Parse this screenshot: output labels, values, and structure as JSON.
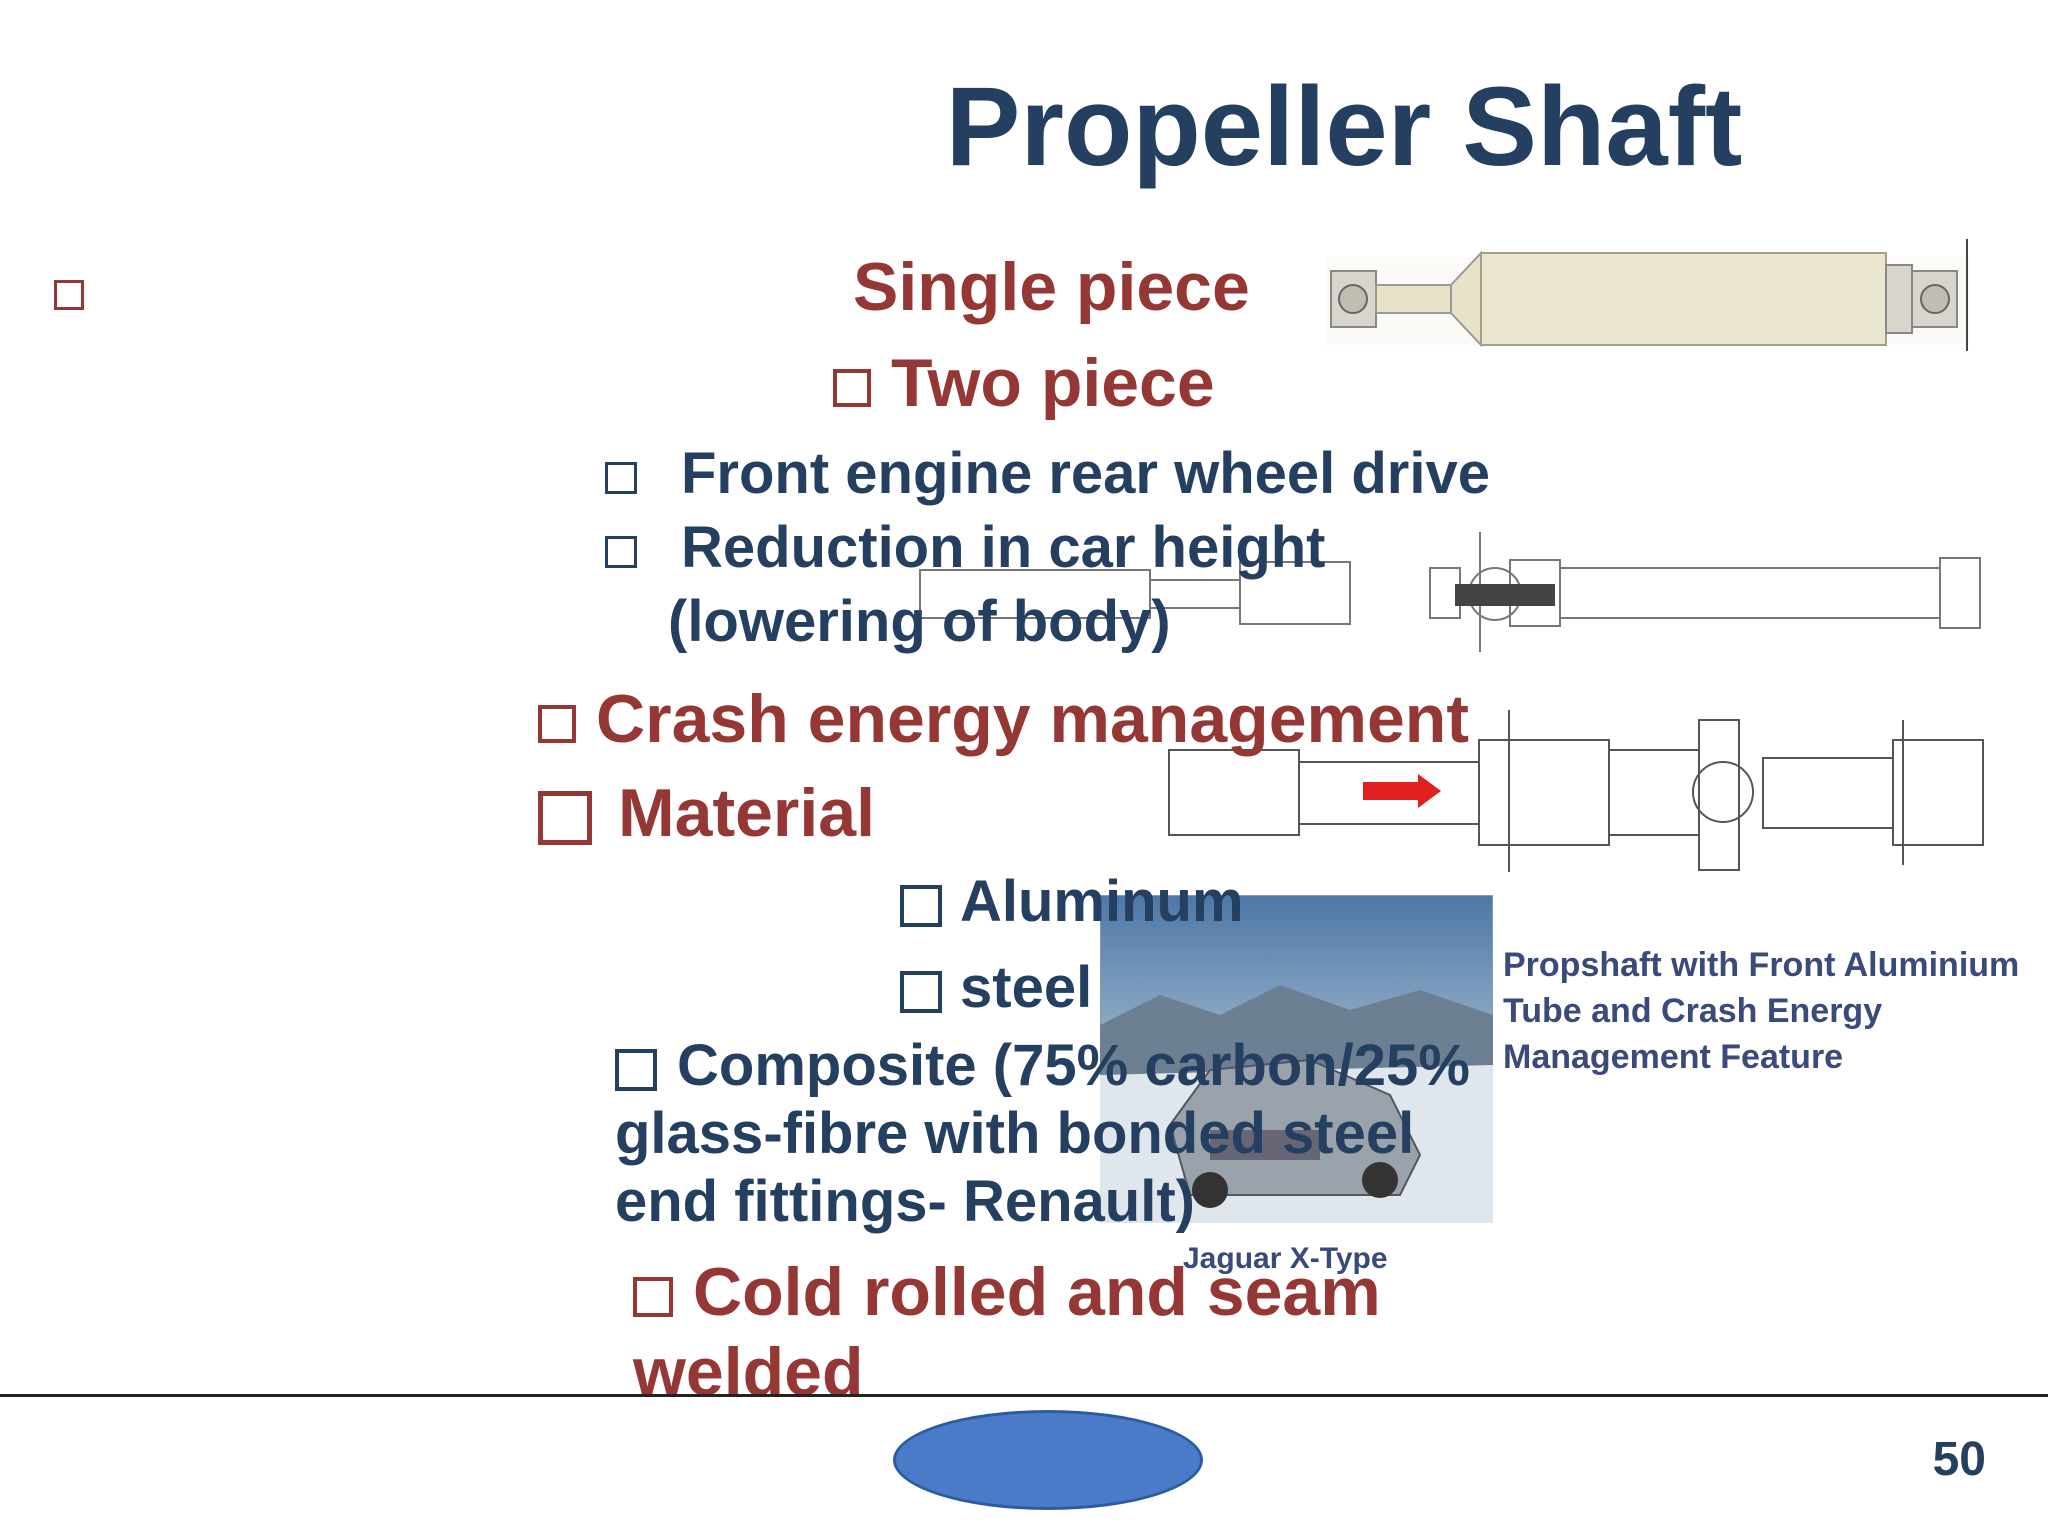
{
  "slide": {
    "title": "Propeller Shaft",
    "page_number": "50"
  },
  "bullets": {
    "single_piece": "Single piece",
    "two_piece": "Two piece",
    "front_engine": "Front engine rear wheel drive",
    "reduction": "Reduction in  car height",
    "lowering": "(lowering of body)",
    "crash": "Crash energy management",
    "material": "Material",
    "aluminum": "Aluminum",
    "steel": "steel",
    "composite_1": "Composite (75% carbon/25%",
    "composite_2": "glass-fibre with bonded steel",
    "composite_3": "end fittings- Renault)",
    "cold_rolled_1": "Cold rolled and seam",
    "cold_rolled_2": "welded"
  },
  "captions": {
    "propshaft_1": "Propshaft with Front Aluminium",
    "propshaft_2": "Tube and Crash Energy",
    "propshaft_3": "Management Feature",
    "jaguar": "Jaguar X-Type"
  },
  "colors": {
    "title": "#243f60",
    "accent_red": "#953735",
    "ellipse": "#4a7bc8"
  }
}
